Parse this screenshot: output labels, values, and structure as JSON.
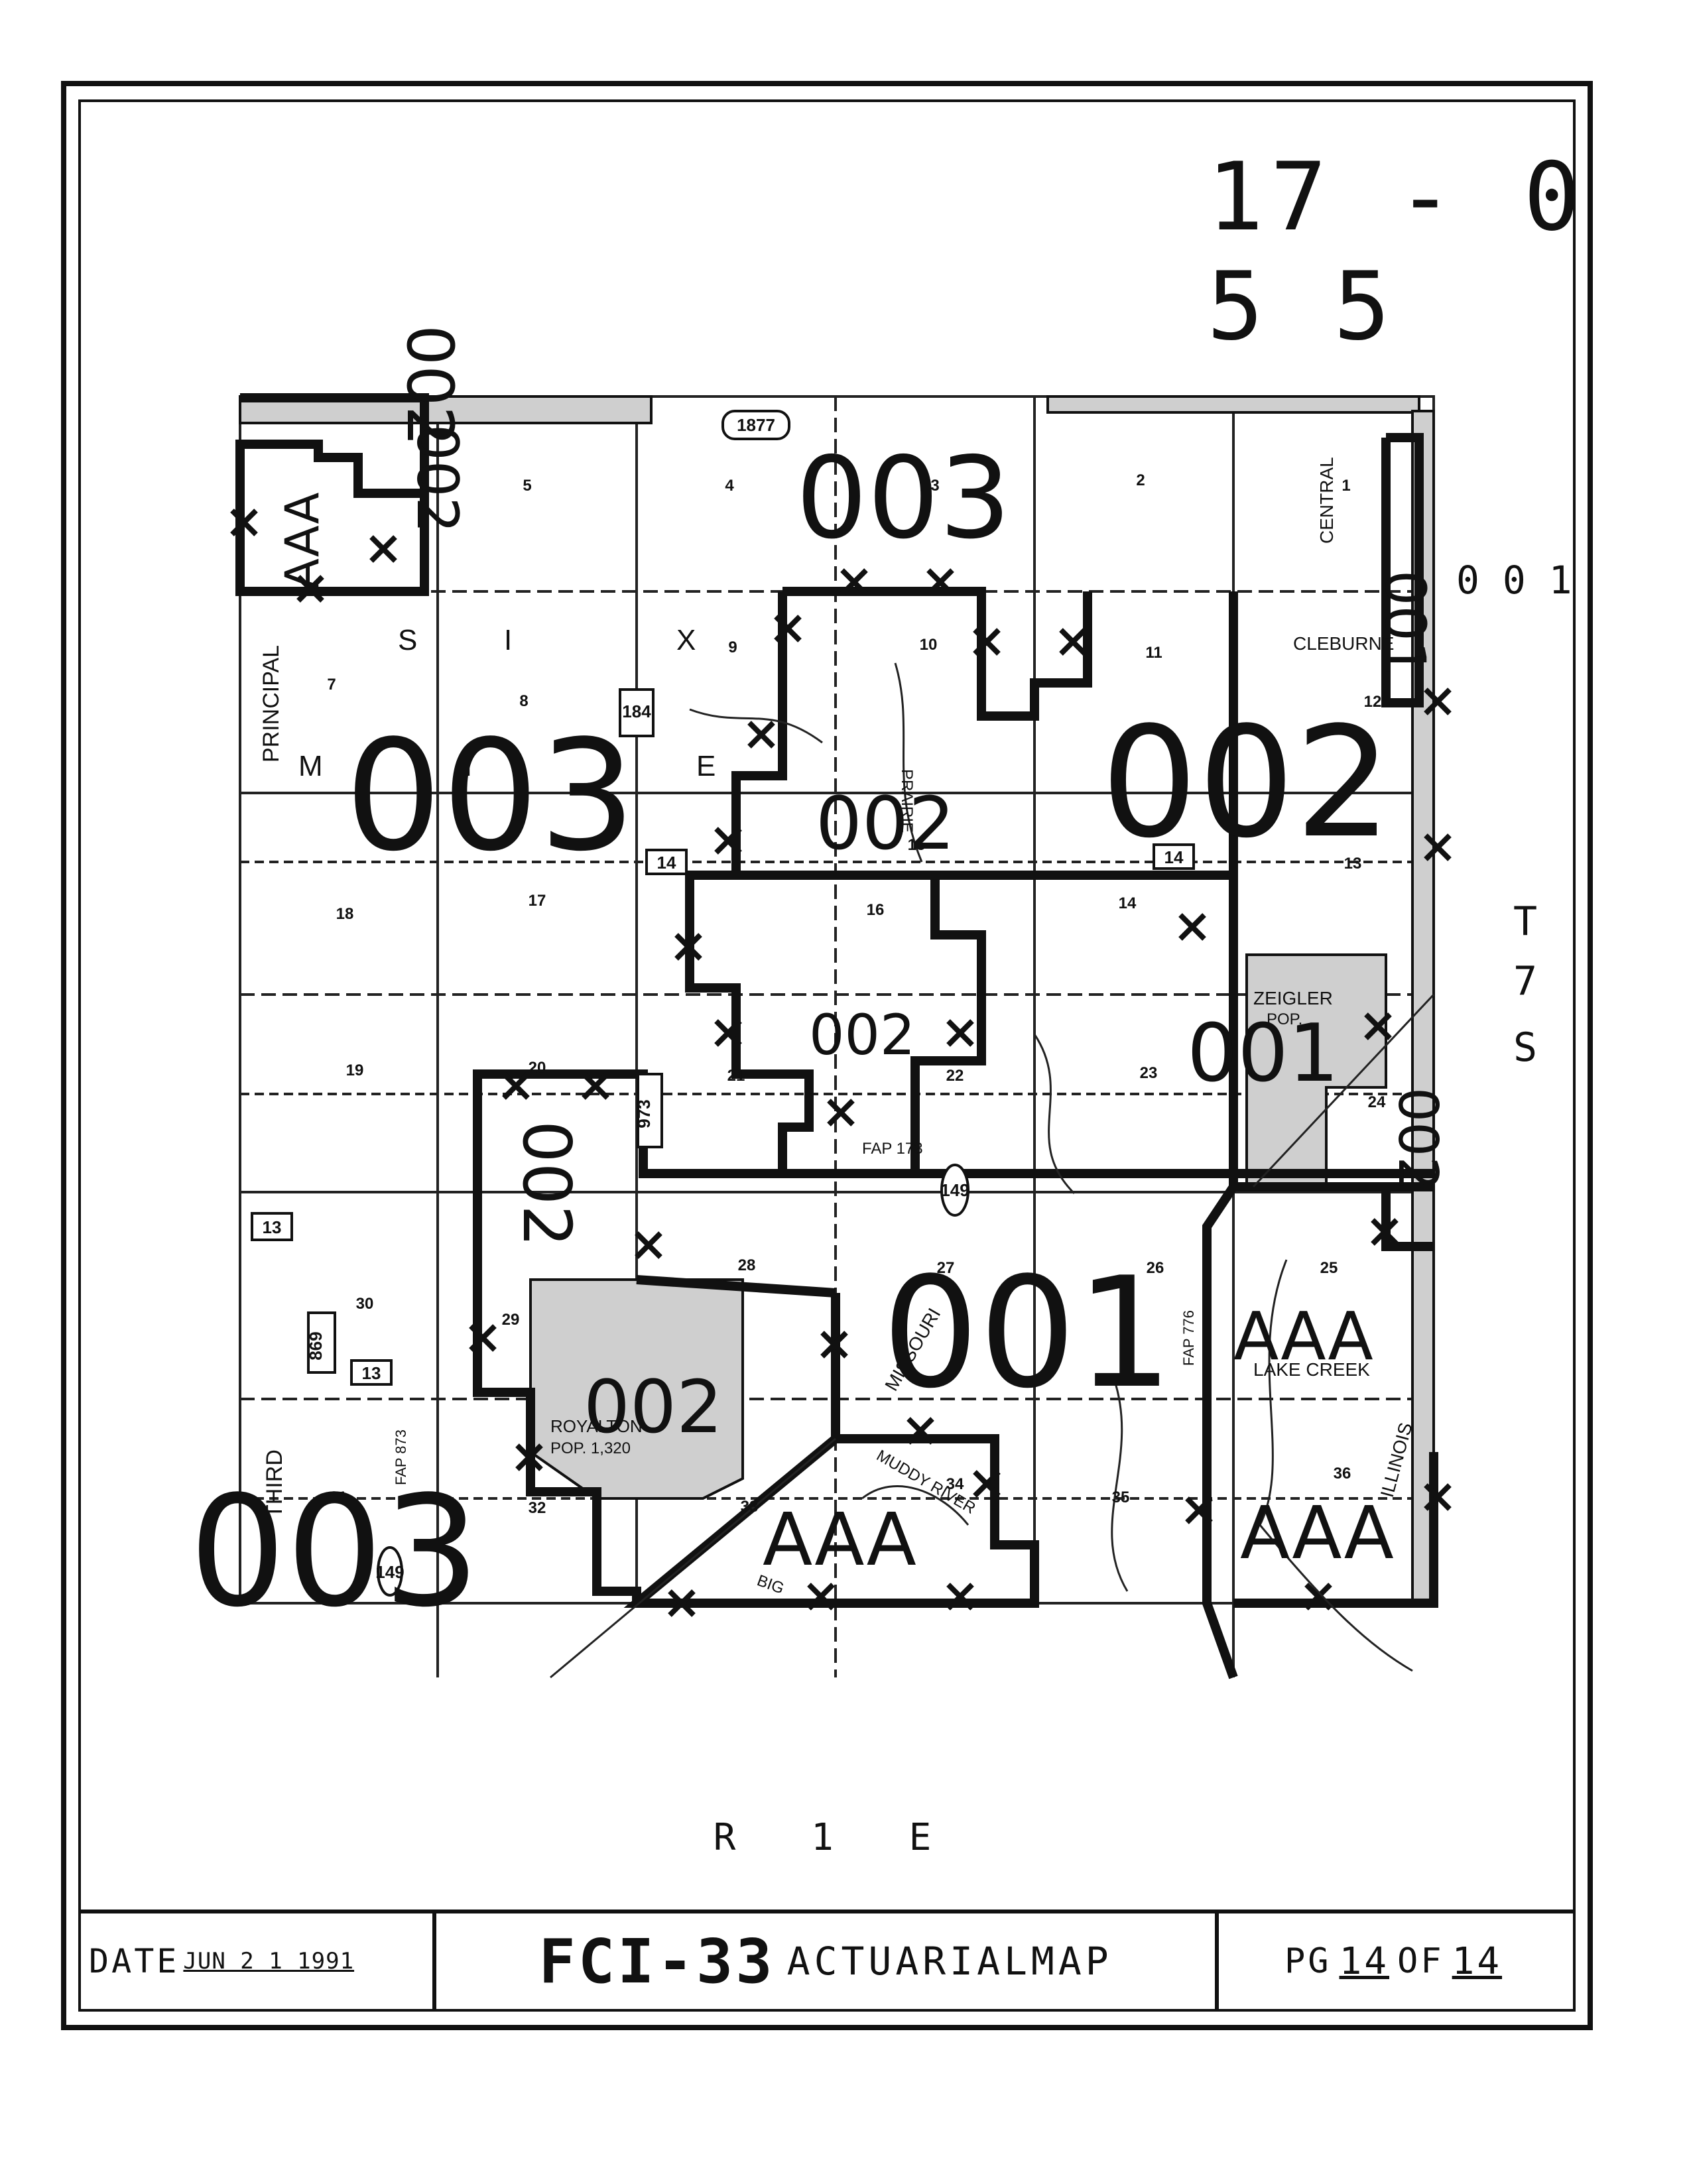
{
  "header": {
    "map_number": "17 - 0 5 5"
  },
  "township_label": [
    "T",
    "7",
    "S"
  ],
  "range_label": "R 1 E",
  "margin_label": "0 0 1",
  "section_numbers": [
    "5",
    "4",
    "3",
    "2",
    "1",
    "7",
    "8",
    "9",
    "10",
    "11",
    "12",
    "18",
    "17",
    "16",
    "15",
    "14",
    "13",
    "19",
    "20",
    "21",
    "22",
    "23",
    "24",
    "30",
    "29",
    "28",
    "27",
    "26",
    "25",
    "31",
    "32",
    "33",
    "34",
    "35",
    "36"
  ],
  "place_labels": {
    "principal": "PRINCIPAL",
    "third": "THIRD",
    "central": "CENTRAL",
    "cleburne": "CLEBURNE",
    "zeigler": "ZEIGLER",
    "zeigler_pop": "POP.",
    "royalton": "ROYALTON",
    "royalton_pop": "POP. 1,320",
    "lake_creek": "LAKE CREEK",
    "illinois": "ILLINOIS",
    "prairie": "PRAIRIE",
    "fap_173": "FAP 173",
    "fap_873": "FAP 873",
    "fap_776": "FAP 776",
    "muddy_river": "MUDDY RIVER",
    "big": "BIG",
    "missouri": "MISSOURI",
    "mixed_letters": [
      "S",
      "I",
      "X",
      "M",
      "I",
      "E"
    ]
  },
  "route_shields": [
    "1877",
    "184",
    "14",
    "14",
    "973",
    "149",
    "869",
    "13",
    "13",
    "149"
  ],
  "zone_labels": [
    "002",
    "003",
    "002",
    "003",
    "002",
    "002",
    "002",
    "002",
    "001",
    "002",
    "001",
    "001",
    "002",
    "003",
    "AAA",
    "AAA",
    "AAA",
    "AAA"
  ],
  "footer": {
    "date_label": "DATE",
    "date_value": "JUN 2 1 1991",
    "title_big": "FCI-33",
    "title_small": "ACTUARIALMAP",
    "page_label": "PG",
    "page_num": "14",
    "of_label": "OF",
    "page_total": "14"
  }
}
